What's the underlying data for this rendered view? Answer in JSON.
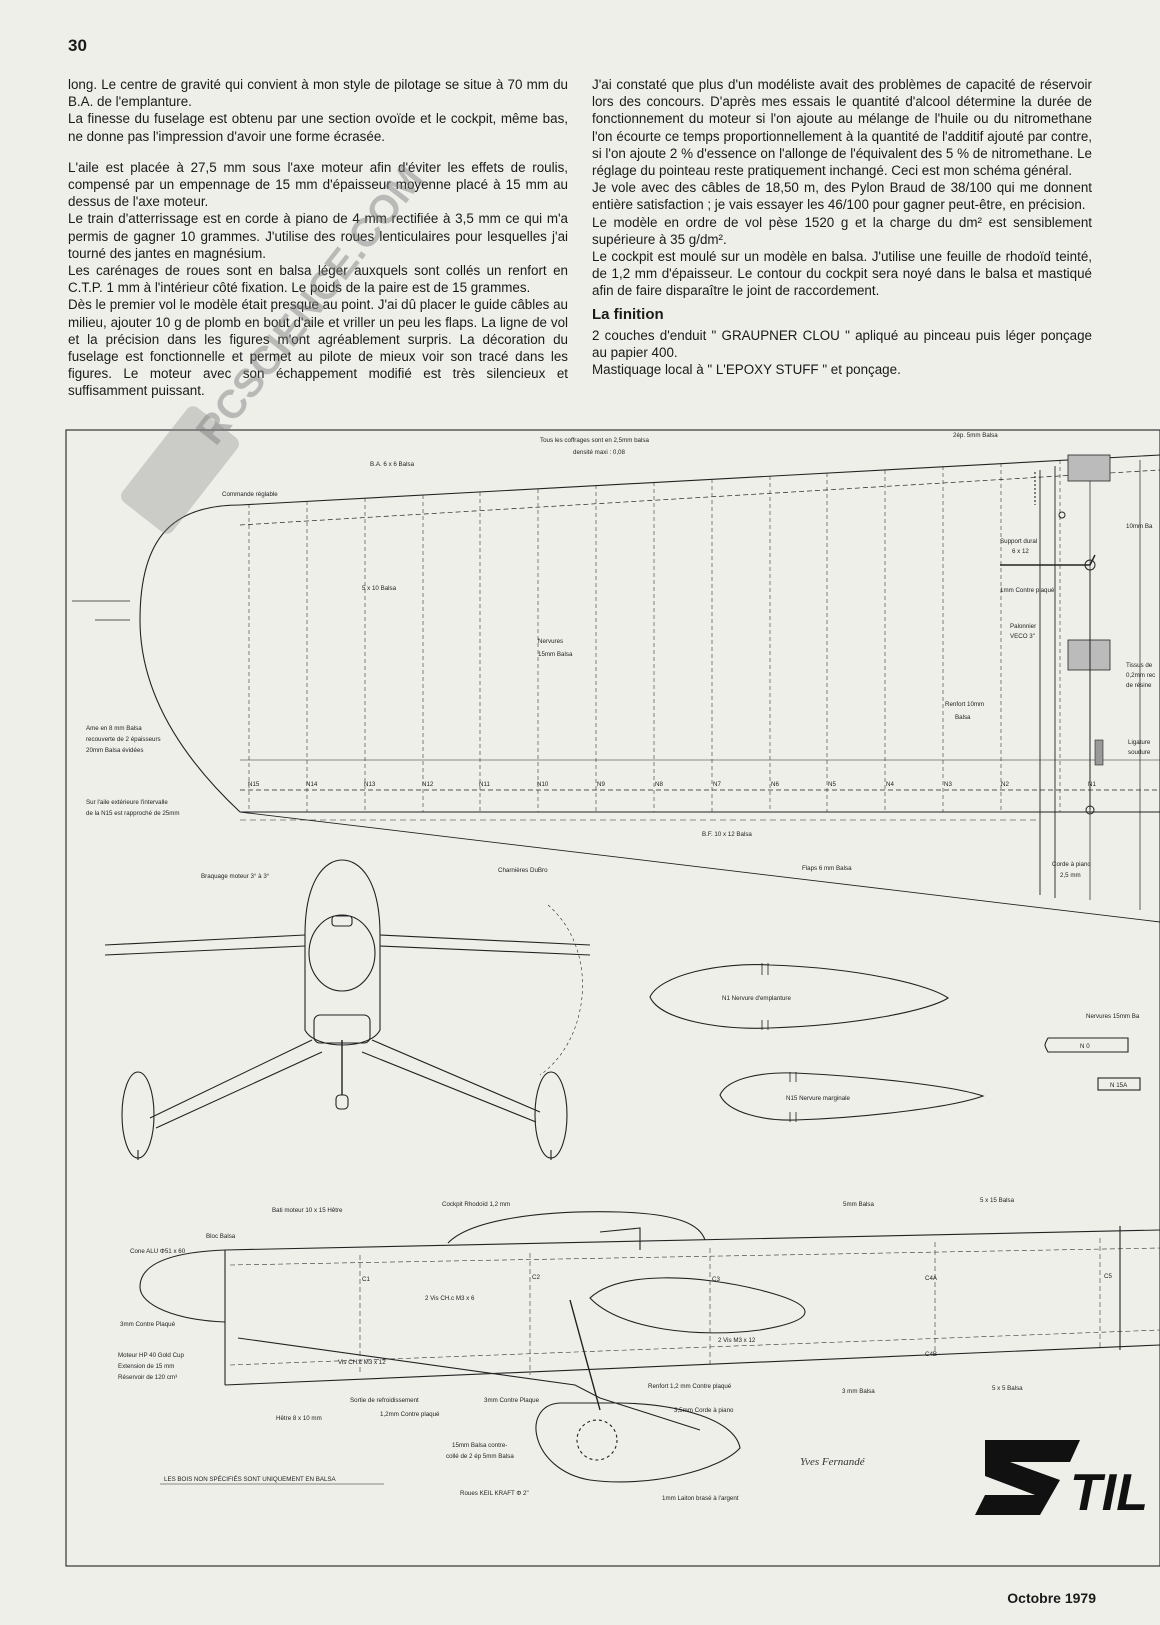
{
  "page_number": "30",
  "footer": "Octobre 1979",
  "left_column": [
    "long. Le centre de gravité qui convient à mon style de pilotage se situe à 70 mm du B.A. de l'emplanture.",
    "La finesse du fuselage est obtenu par une section ovoïde et le cockpit, même bas, ne donne pas l'impression d'avoir une forme écrasée.",
    "L'aile est placée à 27,5 mm sous l'axe moteur afin d'éviter les effets de roulis, compensé par un empennage de 15 mm d'épaisseur moyenne placé à 15 mm au dessus de l'axe moteur.",
    "Le train d'atterrissage est en corde à piano de 4 mm rectifiée à 3,5 mm ce qui m'a permis de gagner 10 grammes. J'utilise des roues lenticulaires pour lesquelles j'ai tourné des jantes en magnésium.",
    "Les carénages de roues sont en balsa léger auxquels sont collés un renfort en C.T.P. 1 mm à l'intérieur côté fixation. Le poids de la paire est de 15 grammes.",
    "Dès le premier vol le modèle était presque au point. J'ai dû placer le guide câbles au milieu, ajouter 10 g de plomb en bout d'aile et vriller un peu les flaps. La ligne de vol et la précision dans les figures m'ont agréablement surpris. La décoration du fuselage est fonctionnelle et permet au pilote de mieux voir son tracé dans les figures. Le moteur avec son échappement modifié est très silencieux et suffisamment puissant."
  ],
  "right_column": [
    "J'ai constaté que plus d'un modéliste avait des problèmes de capacité de réservoir lors des concours. D'après mes essais le quantité d'alcool détermine la durée de fonctionnement du moteur si l'on ajoute au mélange de l'huile ou du nitromethane l'on écourte ce temps proportionnellement à la quantité de l'additif ajouté par contre, si l'on ajoute 2 % d'essence on l'allonge de l'équivalent des 5 % de nitromethane. Le réglage du pointeau reste pratiquement inchangé. Ceci est mon schéma général.",
    "Je vole avec des câbles de 18,50 m, des Pylon Braud de 38/100 qui me donnent entière satisfaction ; je vais essayer les 46/100 pour gagner peut-être, en précision.",
    "Le modèle en ordre de vol pèse 1520 g et la charge du dm² est sensiblement supérieure à 35 g/dm².",
    "Le cockpit est moulé sur un modèle en balsa. J'utilise une feuille de rhodoïd teinté, de 1,2 mm d'épaisseur. Le contour du cockpit sera noyé dans le balsa et mastiqué afin de faire disparaître le joint de raccordement."
  ],
  "finition_heading": "La finition",
  "finition": [
    "2 couches d'enduit \" GRAUPNER CLOU \" apliqué au pinceau puis léger ponçage au papier 400.",
    "Mastiquage local à \" L'EPOXY STUFF \" et ponçage."
  ],
  "watermark": "RCSCIENCE.COM",
  "plan": {
    "ribs": [
      "N15",
      "N14",
      "N13",
      "N12",
      "N11",
      "N10",
      "N9",
      "N8",
      "N7",
      "N6",
      "N5",
      "N4",
      "N3",
      "N2",
      "N1"
    ],
    "wing_labels": {
      "coffrages": "Tous les coffrages sont en 2,5mm balsa",
      "densite": "densité maxi : 0,08",
      "ba": "B.A. 6 x 6 Balsa",
      "commande": "Commande réglable",
      "balsa_5x10": "5 x 10 Balsa",
      "nervures_title": "Nervures",
      "nervures_sub": "15mm Balsa",
      "ame1": "Ame en 8 mm Balsa",
      "ame2": "recouverte de 2 épaisseurs",
      "ame3": "20mm Balsa évidées",
      "sur1": "Sur l'aile extérieure l'intervalle",
      "sur2": "de la N15 est rapproché de 25mm",
      "charnieres": "Charnières DuBro",
      "bf": "B.F. 10 x 12 Balsa",
      "flaps": "Flaps 6 mm Balsa",
      "ep_2": "2ép. 5mm Balsa",
      "support1": "Support dural",
      "support2": "6 x 12",
      "contre_plaque_1mm": "1mm Contre plaqué",
      "palonnier1": "Palonnier",
      "palonnier2": "VECO 3\"",
      "renfort1": "Renfort 10mm",
      "renfort2": "Balsa",
      "corde1": "Corde à piano",
      "corde2": "2,5 mm",
      "mm10": "10mm Ba",
      "tissus1": "Tissus de",
      "tissus2": "0,2mm rec",
      "tissus3": "de résine",
      "ligature1": "Ligature",
      "ligature2": "soudure",
      "braquage": "Braquage moteur 3° à 3°"
    },
    "rib_labels": {
      "n1": "N1 Nervure d'emplanture",
      "n15": "N15 Nervure marginale",
      "nervures": "Nervures 15mm Ba",
      "n0": "N 0",
      "n15a": "N 15A"
    },
    "fuselage_labels": {
      "bati": "Bati moteur 10 x 15 Hêtre",
      "cockpit": "Cockpit Rhodoïd 1,2 mm",
      "balsa_5mm": "5mm Balsa",
      "balsa_5x15": "5 x 15 Balsa",
      "bloc": "Bloc Balsa",
      "cone": "Cone ALU Φ51 x 60",
      "c1": "C1",
      "c2": "C2",
      "c3": "C3",
      "c4a": "C4A",
      "c4b": "C4B",
      "c5": "C5",
      "vis_m3x6": "2 Vis CH.c M3 x 6",
      "vis_m3x12": "2 Vis M3 x 12",
      "vis_ch": "Vis CH.c M3 x 12",
      "cp_3mm": "3mm Contre Plaqué",
      "moteur1": "Moteur HP 40 Gold Cup",
      "moteur2": "Extension de 15 mm",
      "moteur3": "Réservoir de 120 cm³",
      "sortie": "Sortie de refroidissement",
      "cp_12": "1,2mm Contre plaqué",
      "hetre": "Hêtre 8 x 10 mm",
      "cp_3mm_b": "3mm Contre Plaque",
      "renfort": "Renfort 1,2 mm Contre plaqué",
      "balsa_3mm": "3 mm Balsa",
      "balsa_5x5": "5 x 5 Balsa",
      "corde": "3,5mm Corde à piano",
      "balsa_15_1": "15mm Balsa contre-",
      "balsa_15_2": "collé de 2 ép 5mm Balsa",
      "bois": "LES BOIS NON SPÉCIFIÉS SONT UNIQUEMENT EN BALSA",
      "roues": "Roues KEIL KRAFT Φ 2\"",
      "laiton": "1mm Laiton brasé à l'argent"
    },
    "signature": "Yves Fernandé",
    "brand": "TIL"
  }
}
